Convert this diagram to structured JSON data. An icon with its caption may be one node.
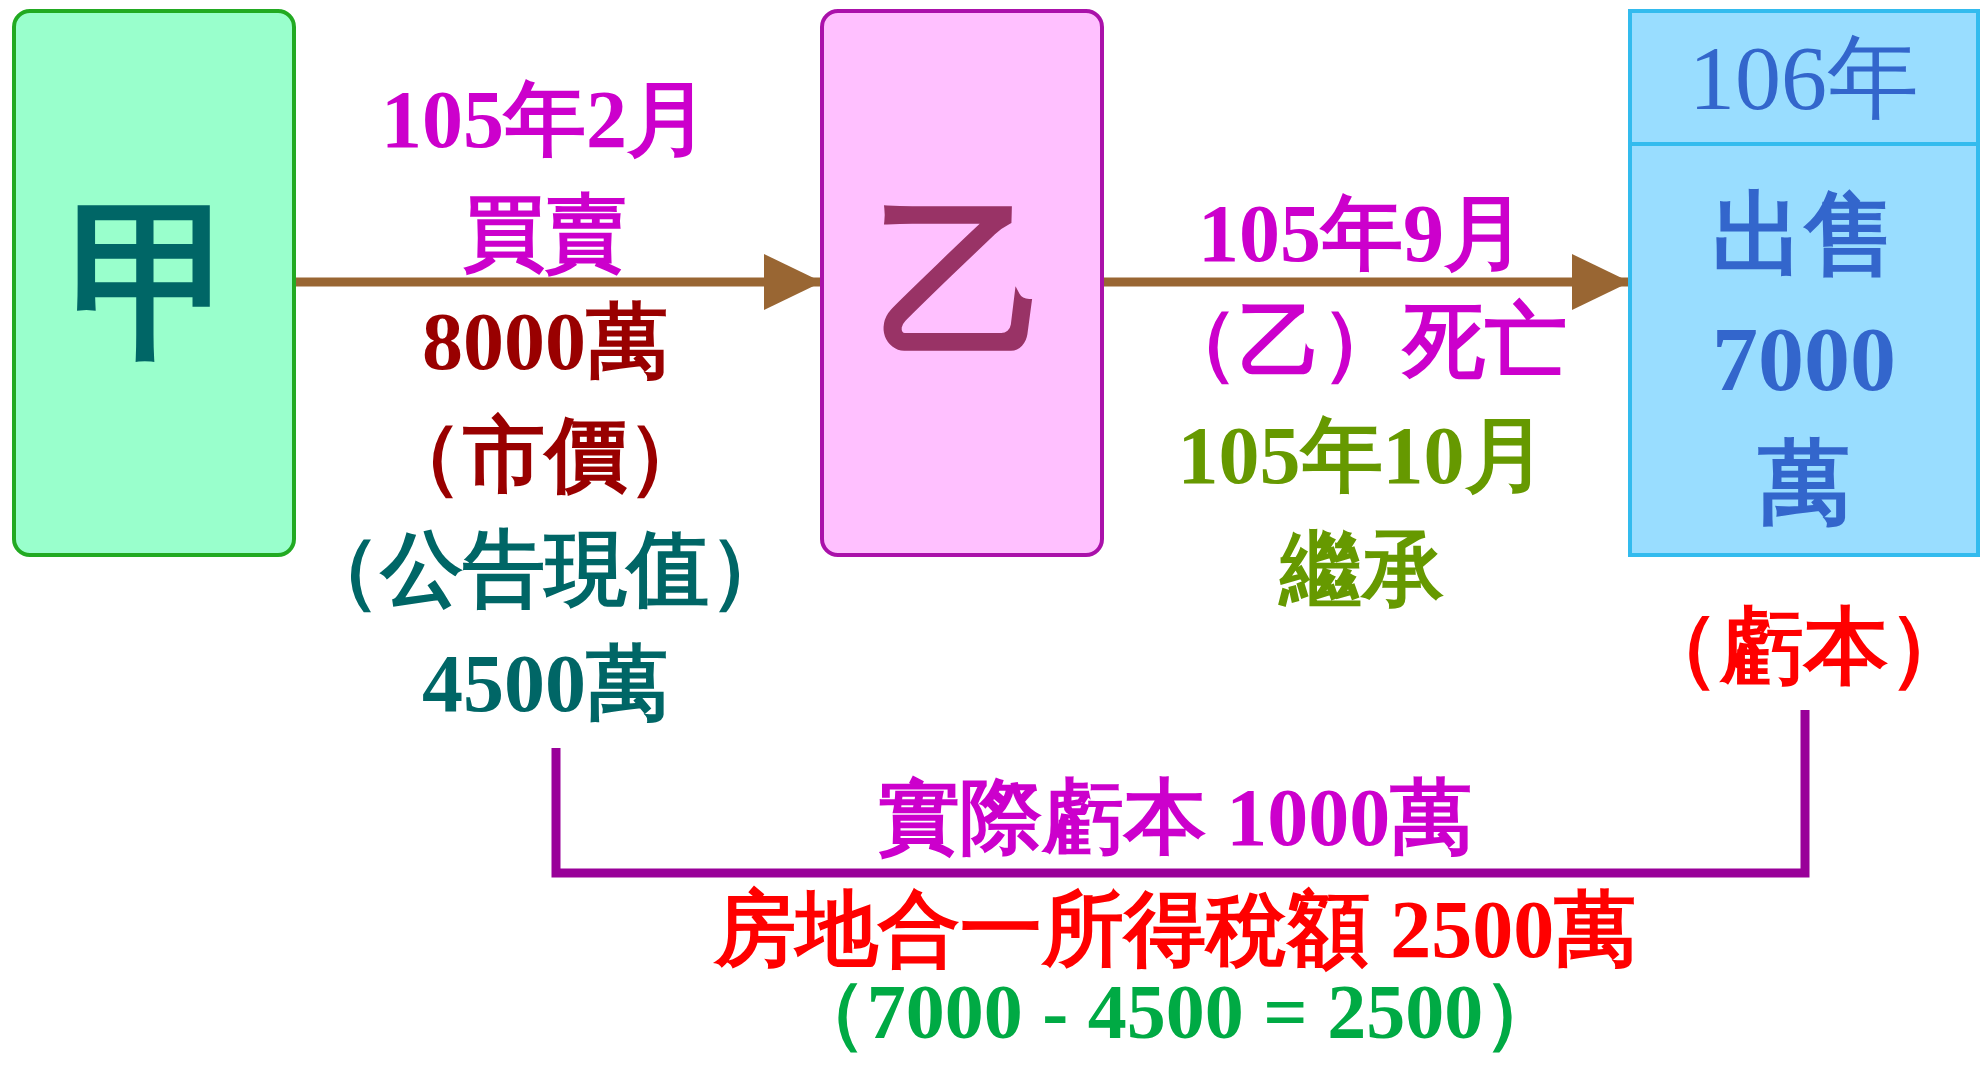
{
  "diagram": {
    "nodes": [
      {
        "text": [
          "甲"
        ]
      },
      {
        "text": [
          "乙"
        ]
      },
      {
        "text": [
          "106年",
          "出售7000萬"
        ],
        "beside": [
          "（虧本）"
        ]
      }
    ],
    "edges": [
      {
        "from": 0,
        "to": 1,
        "arrow": "to",
        "label": "105年2月買賣"
      },
      {
        "from": 1,
        "to": 2,
        "arrow": "to",
        "label": "105年9月"
      }
    ],
    "labels": [
      "8000萬",
      "（市價）",
      "（公告現值）",
      "4500萬",
      "（乙）死亡",
      "105年10月",
      "繼承",
      "實際虧本 1000萬",
      "房地合一所得稅額 2500萬",
      "（7000 - 4500 = 2500）"
    ]
  }
}
